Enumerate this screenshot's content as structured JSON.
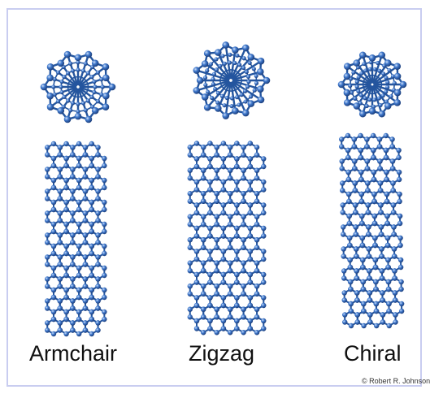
{
  "labels": {
    "armchair": "Armchair",
    "zigzag": "Zigzag",
    "chiral": "Chiral"
  },
  "copyright": "© Robert R. Johnson",
  "colors": {
    "atom": "#3a72c8",
    "atom_highlight": "#a9c8f2",
    "bond": "#24559e",
    "border": "#c9cdf0"
  }
}
